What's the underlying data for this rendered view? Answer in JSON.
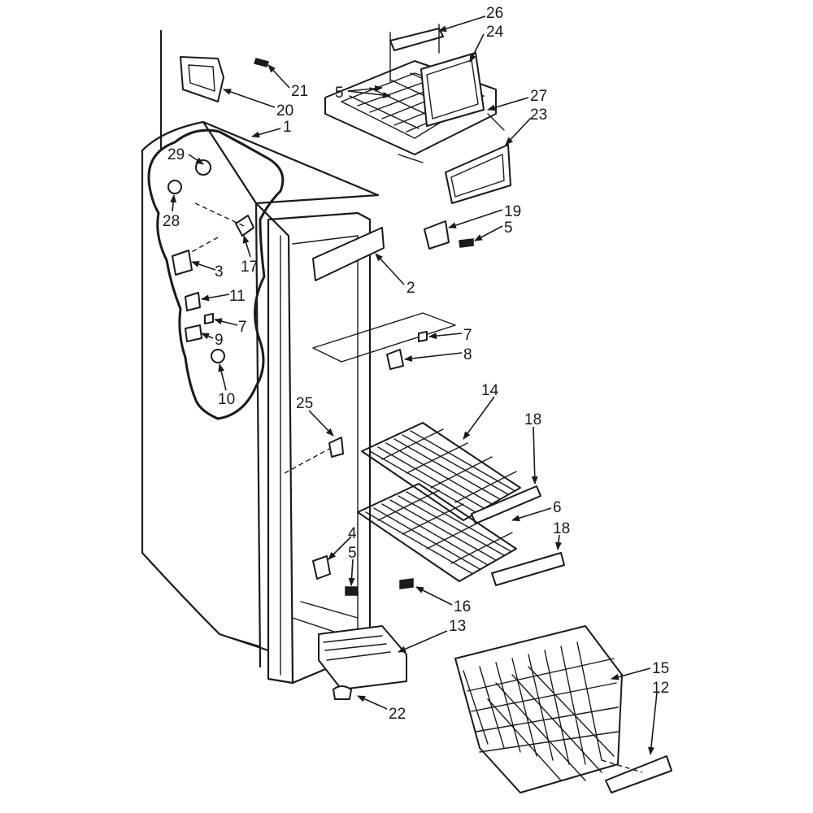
{
  "callouts": {
    "c26": "26",
    "c24": "24",
    "c5a": "5",
    "c27": "27",
    "c23": "23",
    "c21": "21",
    "c20": "20",
    "c1": "1",
    "c29": "29",
    "c28": "28",
    "c17": "17",
    "c3": "3",
    "c11": "11",
    "c7a": "7",
    "c9": "9",
    "c10": "10",
    "c2": "2",
    "c19": "19",
    "c5b": "5",
    "c7b": "7",
    "c8": "8",
    "c14": "14",
    "c18a": "18",
    "c6": "6",
    "c18b": "18",
    "c25": "25",
    "c4": "4",
    "c5c": "5",
    "c16": "16",
    "c13": "13",
    "c15": "15",
    "c12": "12",
    "c22": "22"
  }
}
